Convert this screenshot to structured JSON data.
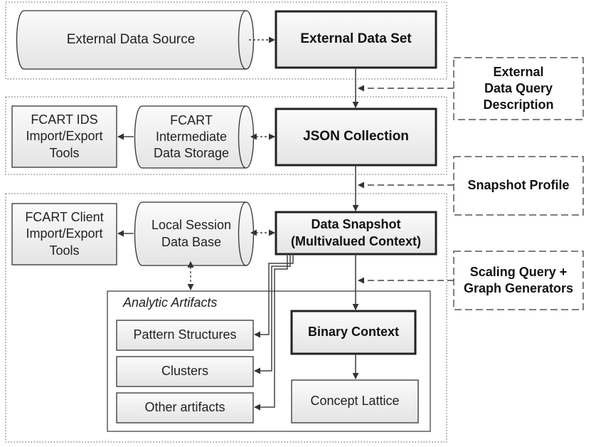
{
  "nodes": {
    "external_data_source": "External Data Source",
    "external_data_set": "External Data Set",
    "external_data_query_description": "External\nData Query\nDescription",
    "fcart_ids_tools": "FCART IDS\nImport/Export\nTools",
    "fcart_intermediate_storage": "FCART\nIntermediate\nData Storage",
    "json_collection": "JSON Collection",
    "snapshot_profile": "Snapshot Profile",
    "fcart_client_tools": "FCART Client\nImport/Export\nTools",
    "local_session_db": "Local Session\nData Base",
    "data_snapshot": "Data Snapshot\n(Multivalued Context)",
    "scaling_query": "Scaling Query +\nGraph Generators",
    "analytic_artifacts": "Analytic Artifacts",
    "binary_context": "Binary Context",
    "pattern_structures": "Pattern Structures",
    "clusters": "Clusters",
    "other_artifacts": "Other artifacts",
    "concept_lattice": "Concept Lattice"
  },
  "colors": {
    "box_fill": "#f5f5f5",
    "border": "#333333",
    "line": "#444444",
    "group_border": "#555555"
  }
}
